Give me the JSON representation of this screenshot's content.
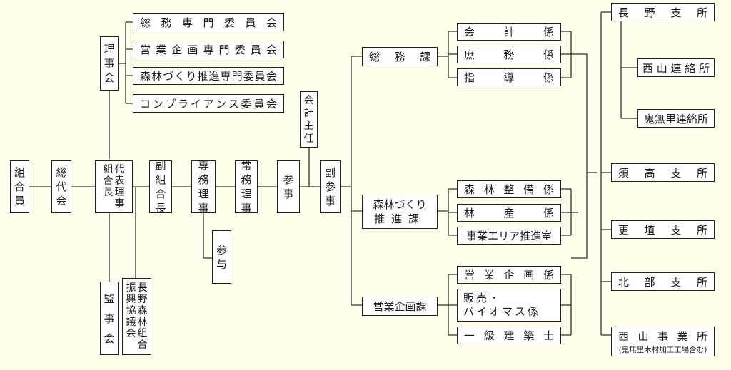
{
  "org": {
    "kumiaiin": "組合員",
    "sodaikai": "総代会",
    "rijikai": "理事会",
    "daihyo_riji": {
      "col1": "代表理事",
      "col2": "組合長"
    },
    "fuku_kumiaicho": "副組合長",
    "senmu_riji": "専務理事",
    "sanyo": "参与",
    "jomu_riji": "常務理事",
    "sanji": "参事",
    "kaikei_shunin": "会計主任",
    "fuku_sanji": "副参事",
    "kanjikai": "監事会",
    "shinko": {
      "col1": "長野森林組合",
      "col2": "振興協議会"
    }
  },
  "committees": [
    "総務専門委員会",
    "営業企画専門委員会",
    "森林づくり推進専門委員会",
    "コンプライアンス委員会"
  ],
  "departments": {
    "somu": "総務課",
    "shinrin": {
      "line1": "森林づくり",
      "line2": "推進課"
    },
    "eigyo": "営業企画課"
  },
  "sections": {
    "kaikei": "会計係",
    "shomu": "庶務係",
    "shido": "指導係",
    "seibi": "森林整備係",
    "rinsan": "林産係",
    "area": "事業エリア推進室",
    "kikaku": "営業企画係",
    "hanbai": {
      "line1": "販売・",
      "line2": "バイオマス係"
    },
    "kenchiku": "一級建築士"
  },
  "branches": {
    "nagano": "長野支所",
    "nishiyama_renraku": "西山連絡所",
    "kinasa_renraku": "鬼無里連絡所",
    "suzaka": "須高支所",
    "koshoku": "更埴支所",
    "hokubu": "北部支所",
    "nishiyama_jigyo": "西山事業所",
    "nishiyama_note": "(鬼無里木材加工工場含む)"
  }
}
